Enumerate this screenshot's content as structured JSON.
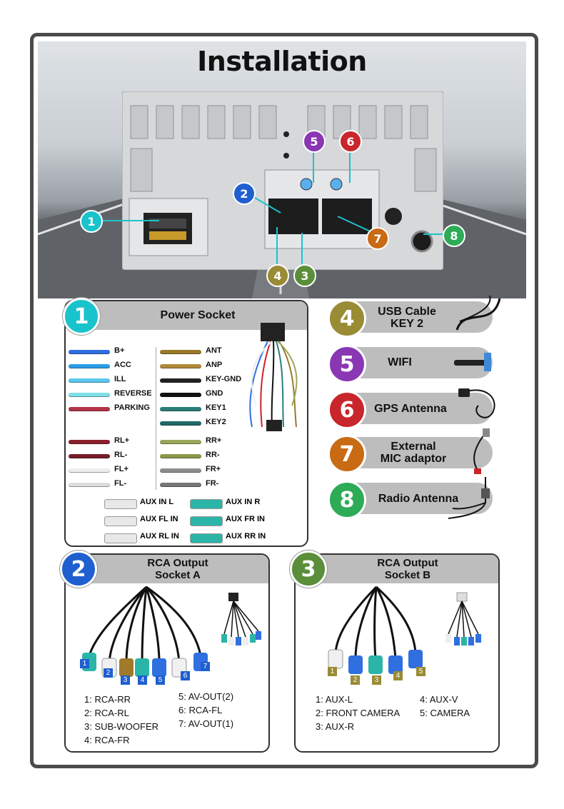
{
  "title": "Installation",
  "colors": {
    "c1": "#19c3cc",
    "c2": "#1f5fcf",
    "c3": "#5a8e3a",
    "c4": "#9a8b35",
    "c5": "#8a37b3",
    "c6": "#c9252c",
    "c7": "#c96a14",
    "c8": "#2dab57"
  },
  "badges": [
    "1",
    "2",
    "3",
    "4",
    "5",
    "6",
    "7",
    "8"
  ],
  "power_socket": {
    "header": "Power Socket",
    "left_wires": [
      {
        "label": "B+",
        "color": "#2f6fe0"
      },
      {
        "label": "ACC",
        "color": "#2a9ee8"
      },
      {
        "label": "ILL",
        "color": "#5cc7ee"
      },
      {
        "label": "REVERSE",
        "color": "#7fe0e6"
      },
      {
        "label": "PARKING",
        "color": "#b23448"
      }
    ],
    "left_wires2": [
      {
        "label": "RL+",
        "color": "#8c1f2c"
      },
      {
        "label": "RL-",
        "color": "#7a1c2a"
      },
      {
        "label": "FL+",
        "color": "#eeeeee"
      },
      {
        "label": "FL-",
        "color": "#dddddd"
      }
    ],
    "right_wires": [
      {
        "label": "ANT",
        "color": "#9a7a2a"
      },
      {
        "label": "ANP",
        "color": "#b08a3a"
      },
      {
        "label": "KEY-GND",
        "color": "#222222"
      },
      {
        "label": "GND",
        "color": "#111111"
      },
      {
        "label": "KEY1",
        "color": "#2a7f7a"
      },
      {
        "label": "KEY2",
        "color": "#1f6a6a"
      }
    ],
    "right_wires2": [
      {
        "label": "RR+",
        "color": "#98a85a"
      },
      {
        "label": "RR-",
        "color": "#8a9a4a"
      },
      {
        "label": "FR+",
        "color": "#8e8e8e"
      },
      {
        "label": "FR-",
        "color": "#777777"
      }
    ],
    "aux": [
      {
        "label": "AUX IN L",
        "color": "#e8e8e8"
      },
      {
        "label": "AUX IN R",
        "color": "#2bb5a8"
      },
      {
        "label": "AUX FL IN",
        "color": "#e8e8e8"
      },
      {
        "label": "AUX FR IN",
        "color": "#2bb5a8"
      },
      {
        "label": "AUX RL IN",
        "color": "#e8e8e8"
      },
      {
        "label": "AUX RR IN",
        "color": "#2bb5a8"
      }
    ]
  },
  "side_items": [
    {
      "num": "4",
      "text": "USB Cable\nKEY 2",
      "l1": "USB Cable",
      "l2": "KEY 2"
    },
    {
      "num": "5",
      "text": "WIFI",
      "l1": "WIFI",
      "l2": ""
    },
    {
      "num": "6",
      "text": "GPS Antenna",
      "l1": "GPS Antenna",
      "l2": ""
    },
    {
      "num": "7",
      "text": "External MIC adaptor",
      "l1": "External",
      "l2": "MIC adaptor"
    },
    {
      "num": "8",
      "text": "Radio Antenna",
      "l1": "Radio Antenna",
      "l2": ""
    }
  ],
  "rca_a": {
    "header_l1": "RCA Output",
    "header_l2": "Socket A",
    "col1": [
      "1: RCA-RR",
      "2: RCA-RL",
      "3: SUB-WOOFER",
      "4: RCA-FR"
    ],
    "col2": [
      "5: AV-OUT(2)",
      "6: RCA-FL",
      "7: AV-OUT(1)"
    ],
    "plugs": [
      "1",
      "2",
      "3",
      "4",
      "5",
      "6",
      "7"
    ]
  },
  "rca_b": {
    "header_l1": "RCA Output",
    "header_l2": "Socket B",
    "col1": [
      "1: AUX-L",
      "2: FRONT CAMERA",
      "3: AUX-R"
    ],
    "col2": [
      "4: AUX-V",
      "5: CAMERA"
    ],
    "plugs": [
      "1",
      "2",
      "3",
      "4",
      "5"
    ]
  }
}
